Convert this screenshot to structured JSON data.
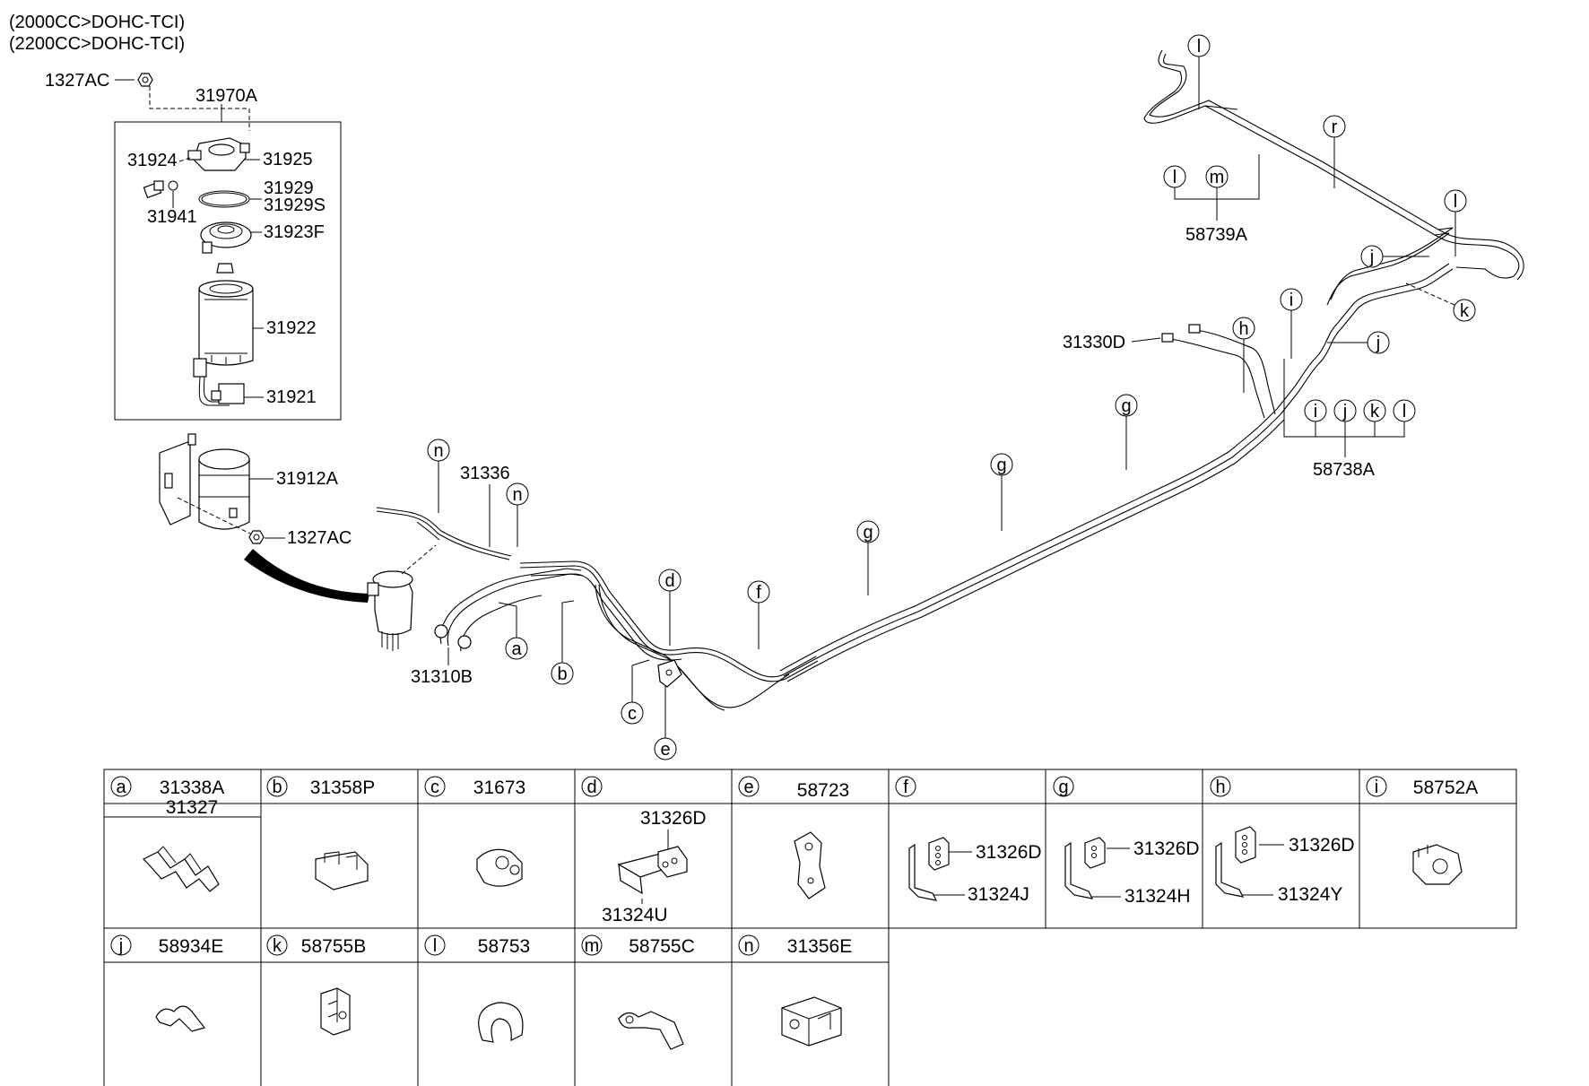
{
  "title_lines": [
    "(2000CC>DOHC-TCI)",
    "(2200CC>DOHC-TCI)"
  ],
  "part_labels": {
    "p1327AC_top": "1327AC",
    "p31970A": "31970A",
    "p31924": "31924",
    "p31925": "31925",
    "p31929": "31929",
    "p31929S": "31929S",
    "p31941": "31941",
    "p31923F": "31923F",
    "p31922": "31922",
    "p31921": "31921",
    "p31912A": "31912A",
    "p1327AC_bot": "1327AC",
    "p31336": "31336",
    "p31310B": "31310B",
    "p31330D": "31330D",
    "p58739A": "58739A",
    "p58738A": "58738A"
  },
  "callouts": {
    "a": "a",
    "b": "b",
    "c": "c",
    "d": "d",
    "e": "e",
    "f": "f",
    "g": "g",
    "h": "h",
    "i": "i",
    "j": "j",
    "k": "k",
    "l": "l",
    "m": "m",
    "n": "n",
    "r": "r"
  },
  "legend": {
    "row1": [
      {
        "key": "a",
        "parts": [
          "31338A",
          "31327"
        ]
      },
      {
        "key": "b",
        "parts": [
          "31358P"
        ]
      },
      {
        "key": "c",
        "parts": [
          "31673"
        ]
      },
      {
        "key": "d",
        "parts": [],
        "inner": [
          "31326D",
          "31324U"
        ]
      },
      {
        "key": "e",
        "parts": [
          "58723"
        ]
      },
      {
        "key": "f",
        "parts": [],
        "inner": [
          "31326D",
          "31324J"
        ]
      },
      {
        "key": "g",
        "parts": [],
        "inner": [
          "31326D",
          "31324H"
        ]
      },
      {
        "key": "h",
        "parts": [],
        "inner": [
          "31326D",
          "31324Y"
        ]
      },
      {
        "key": "i",
        "parts": [
          "58752A"
        ]
      }
    ],
    "row2": [
      {
        "key": "j",
        "parts": [
          "58934E"
        ]
      },
      {
        "key": "k",
        "parts": [
          "58755B"
        ]
      },
      {
        "key": "l",
        "parts": [
          "58753"
        ]
      },
      {
        "key": "m",
        "parts": [
          "58755C"
        ]
      },
      {
        "key": "n",
        "parts": [
          "31356E"
        ]
      }
    ]
  }
}
